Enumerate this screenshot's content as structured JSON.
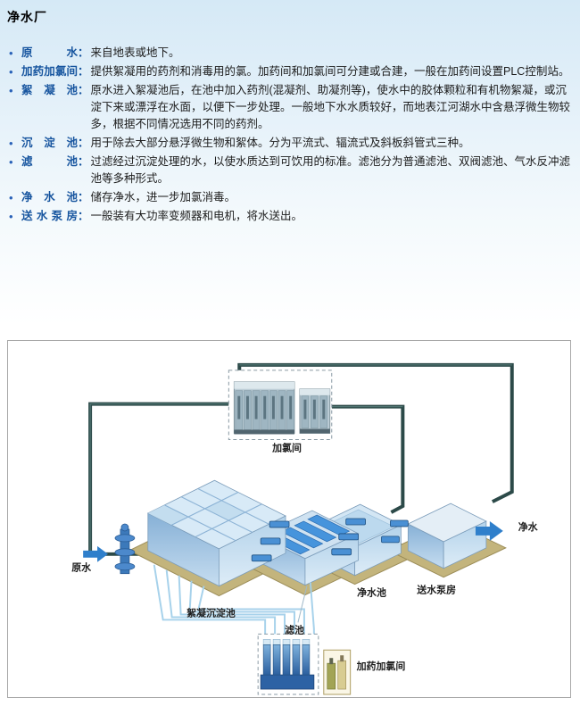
{
  "title": "净水厂",
  "ui": {
    "bullet": "•",
    "colon": "："
  },
  "colors": {
    "term_blue": "#17559f",
    "bullet_blue": "#2a62b8",
    "pipe_dark": "#2c4a49",
    "arrow_blue": "#2f7fcb",
    "tank_blue": "#9dc2e0",
    "ground_pad": "#c3b47c",
    "header_gradient_top": "#d5e9f6"
  },
  "items": [
    {
      "term": "原水",
      "desc": "来自地表或地下。"
    },
    {
      "term": "加药加氯间",
      "desc": "提供絮凝用的药剂和消毒用的氯。加药间和加氯间可分建或合建，一般在加药间设置PLC控制站。"
    },
    {
      "term": "絮凝池",
      "desc": "原水进入絮凝池后，在池中加入药剂(混凝剂、助凝剂等)，使水中的胶体颗粒和有机物絮凝，或沉淀下来或漂浮在水面，以便下一步处理。一般地下水水质较好，而地表江河湖水中含悬浮微生物较多，根据不同情况选用不同的药剂。"
    },
    {
      "term": "沉淀池",
      "desc": "用于除去大部分悬浮微生物和絮体。分为平流式、辐流式及斜板斜管式三种。"
    },
    {
      "term": "滤池",
      "desc": "过滤经过沉淀处理的水，以使水质达到可饮用的标准。滤池分为普通滤池、双阀滤池、气水反冲滤池等多种形式。"
    },
    {
      "term": "净水池",
      "desc": "储存净水，进一步加氯消毒。"
    },
    {
      "term": "送水泵房",
      "desc": "一般装有大功率变频器和电机，将水送出。"
    }
  ],
  "diagram": {
    "labels": {
      "chlorination_room": "加氯间",
      "raw_water": "原水",
      "flocculation_sedimentation_tank": "絮凝沉淀池",
      "filter_tank": "滤池",
      "clean_water_tank": "净水池",
      "pump_house": "送水泵房",
      "clean_water": "净水",
      "dosing_chlorination_room": "加药加氯间"
    }
  }
}
